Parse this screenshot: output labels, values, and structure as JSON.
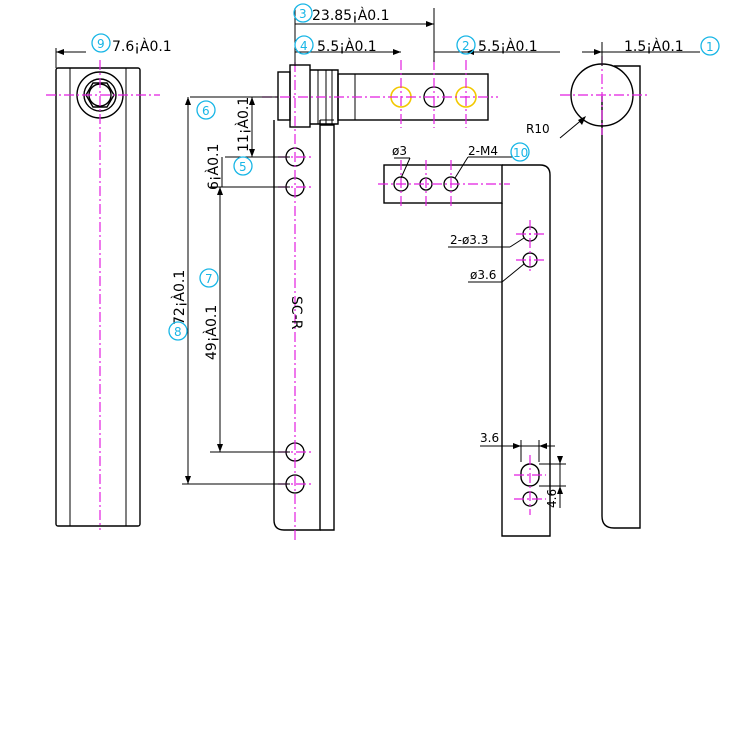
{
  "drawing": {
    "part_marking": "SC-R",
    "dimensions": {
      "d1": "1.5¡À0.1",
      "d2": "5.5¡À0.1",
      "d3": "23.85¡À0.1",
      "d4": "5.5¡À0.1",
      "d5": "11¡À0.1",
      "d6": "6¡À0.1",
      "d7": "49¡À0.1",
      "d8": "72¡À0.1",
      "d9": "7.6¡À0.1",
      "hole_phi3": "ø3",
      "thread_2m4": "2-M4",
      "hole_2phi33": "2-ø3.3",
      "hole_phi36": "ø3.6",
      "dim_36": "3.6",
      "dim_46": "4.6",
      "radius_label": "R10"
    },
    "callouts": [
      "1",
      "2",
      "3",
      "4",
      "5",
      "6",
      "7",
      "8",
      "9",
      "10"
    ]
  }
}
